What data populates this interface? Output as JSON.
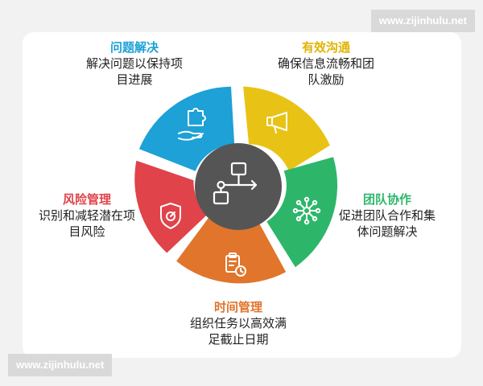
{
  "watermarks": {
    "top": "www.zijinhulu.net",
    "bottom": "www.zijinhulu.net"
  },
  "segments": [
    {
      "id": "problem",
      "title": "问题解决",
      "desc_line1": "解决问题以保持项",
      "desc_line2": "目进展",
      "color": "#1da1d6",
      "icon": "puzzle-hand-icon"
    },
    {
      "id": "communication",
      "title": "有效沟通",
      "desc_line1": "确保信息流畅和团",
      "desc_line2": "队激励",
      "color": "#e8c315",
      "icon": "megaphone-icon"
    },
    {
      "id": "teamwork",
      "title": "团队协作",
      "desc_line1": "促进团队合作和集",
      "desc_line2": "体问题解决",
      "color": "#2db66a",
      "icon": "network-icon"
    },
    {
      "id": "time",
      "title": "时间管理",
      "desc_line1": "组织任务以高效满",
      "desc_line2": "足截止日期",
      "color": "#e0752b",
      "icon": "clipboard-clock-icon"
    },
    {
      "id": "risk",
      "title": "风险管理",
      "desc_line1": "识别和减轻潜在项",
      "desc_line2": "目风险",
      "color": "#e0434a",
      "icon": "shield-target-icon"
    }
  ],
  "center": {
    "color": "#555555",
    "icon": "flowchart-icon"
  }
}
